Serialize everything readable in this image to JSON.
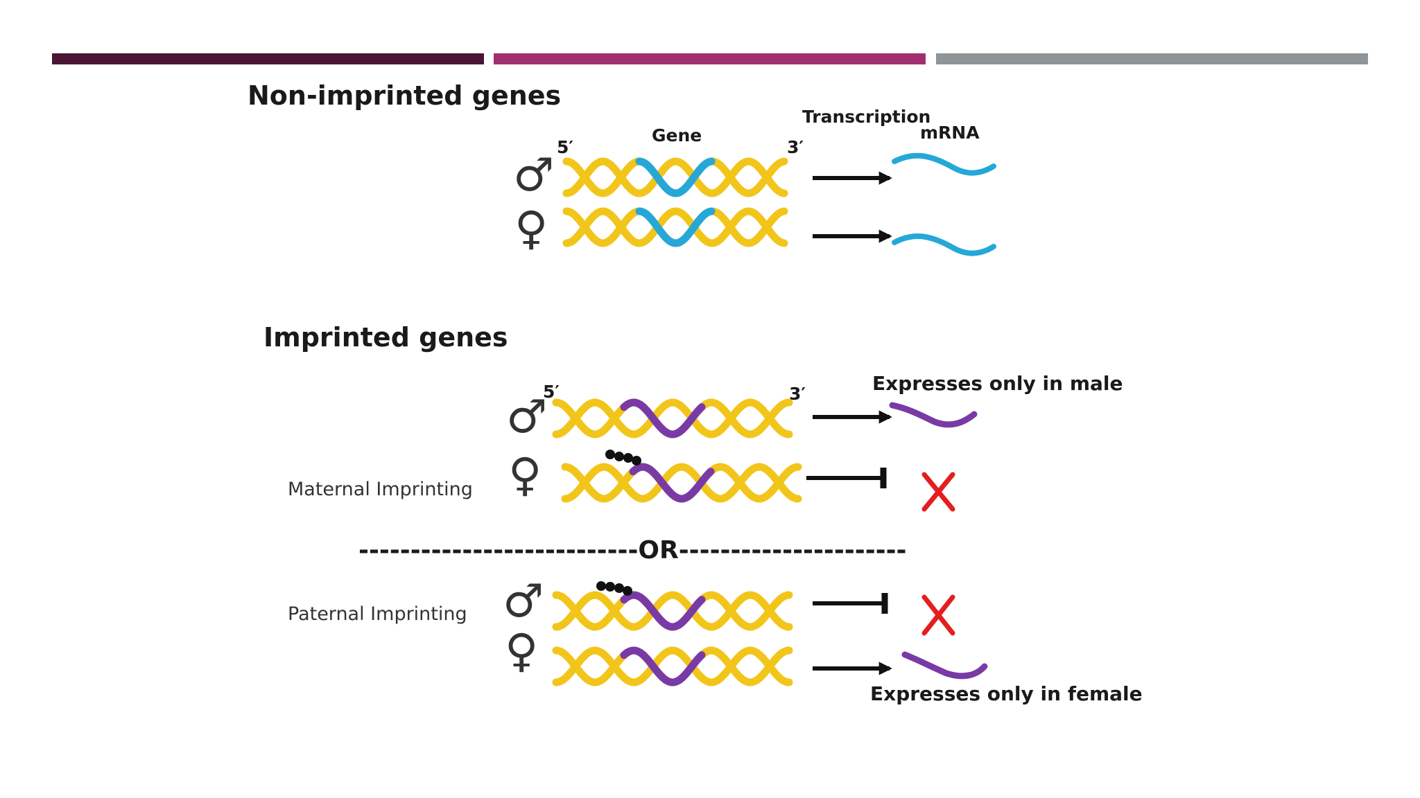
{
  "colors": {
    "bar1": "#4b1535",
    "bar2": "#a12e6e",
    "bar3": "#8f9498",
    "dna": "#f2c51a",
    "gene_nonimprinted": "#25a8d8",
    "gene_imprinted": "#7a3aa6",
    "block": "#e41e1e",
    "arrow": "#111111",
    "methyl": "#111111"
  },
  "non_imprinted": {
    "title": "Non-imprinted genes",
    "label_5prime": "5′",
    "label_gene": "Gene",
    "label_3prime": "3′",
    "label_transcription": "Transcription",
    "label_mrna": "mRNA",
    "male_symbol": "♂",
    "female_symbol": "♀"
  },
  "imprinted": {
    "title": "Imprinted  genes",
    "label_5prime": "5′",
    "label_3prime": "3′",
    "express_male": "Expresses only in male",
    "maternal_label": "Maternal Imprinting",
    "separator": "---------------------------OR----------------------",
    "paternal_label": "Paternal Imprinting",
    "express_female": "Expresses only in female",
    "male_symbol": "♂",
    "female_symbol": "♀",
    "block_mark": "X"
  }
}
